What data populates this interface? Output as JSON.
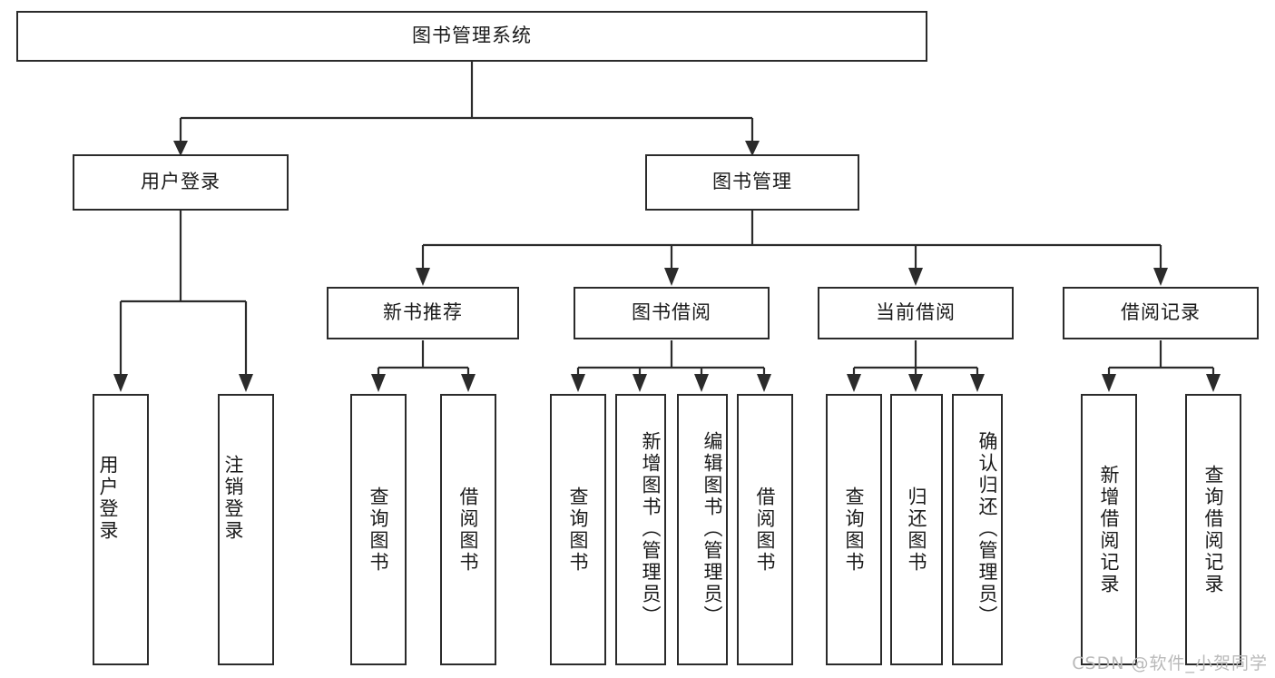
{
  "diagram": {
    "type": "tree-hierarchy-diagram",
    "title": "图书管理系统",
    "watermark": "CSDN @软件_小贺同学",
    "colors": {
      "stroke": "#2b2b2b",
      "fill": "#ffffff",
      "text": "#1a1a1a",
      "watermark": "#b9b9b9"
    },
    "nodes": {
      "root": {
        "label": "图书管理系统"
      },
      "level2": [
        {
          "id": "user-login",
          "label": "用户登录"
        },
        {
          "id": "book-manage",
          "label": "图书管理"
        }
      ],
      "level3": [
        {
          "id": "new-book-recommend",
          "label": "新书推荐"
        },
        {
          "id": "book-borrow",
          "label": "图书借阅"
        },
        {
          "id": "current-borrow",
          "label": "当前借阅"
        },
        {
          "id": "borrow-record",
          "label": "借阅记录"
        }
      ],
      "leaves": {
        "user-login": [
          {
            "id": "leaf-user-login",
            "label": "用户登录"
          },
          {
            "id": "leaf-user-logout",
            "label": "注销登录"
          }
        ],
        "new-book-recommend": [
          {
            "id": "leaf-query-book-1",
            "label": "查询图书"
          },
          {
            "id": "leaf-borrow-book-1",
            "label": "借阅图书"
          }
        ],
        "book-borrow": [
          {
            "id": "leaf-query-book-2",
            "label": "查询图书"
          },
          {
            "id": "leaf-add-book",
            "label": "新增图书（管理员）"
          },
          {
            "id": "leaf-edit-book",
            "label": "编辑图书（管理员）"
          },
          {
            "id": "leaf-borrow-book-2",
            "label": "借阅图书"
          }
        ],
        "current-borrow": [
          {
            "id": "leaf-query-book-3",
            "label": "查询图书"
          },
          {
            "id": "leaf-return-book",
            "label": "归还图书"
          },
          {
            "id": "leaf-confirm-return",
            "label": "确认归还（管理员）"
          }
        ],
        "borrow-record": [
          {
            "id": "leaf-add-record",
            "label": "新增借阅记录"
          },
          {
            "id": "leaf-query-record",
            "label": "查询借阅记录"
          }
        ]
      }
    }
  }
}
